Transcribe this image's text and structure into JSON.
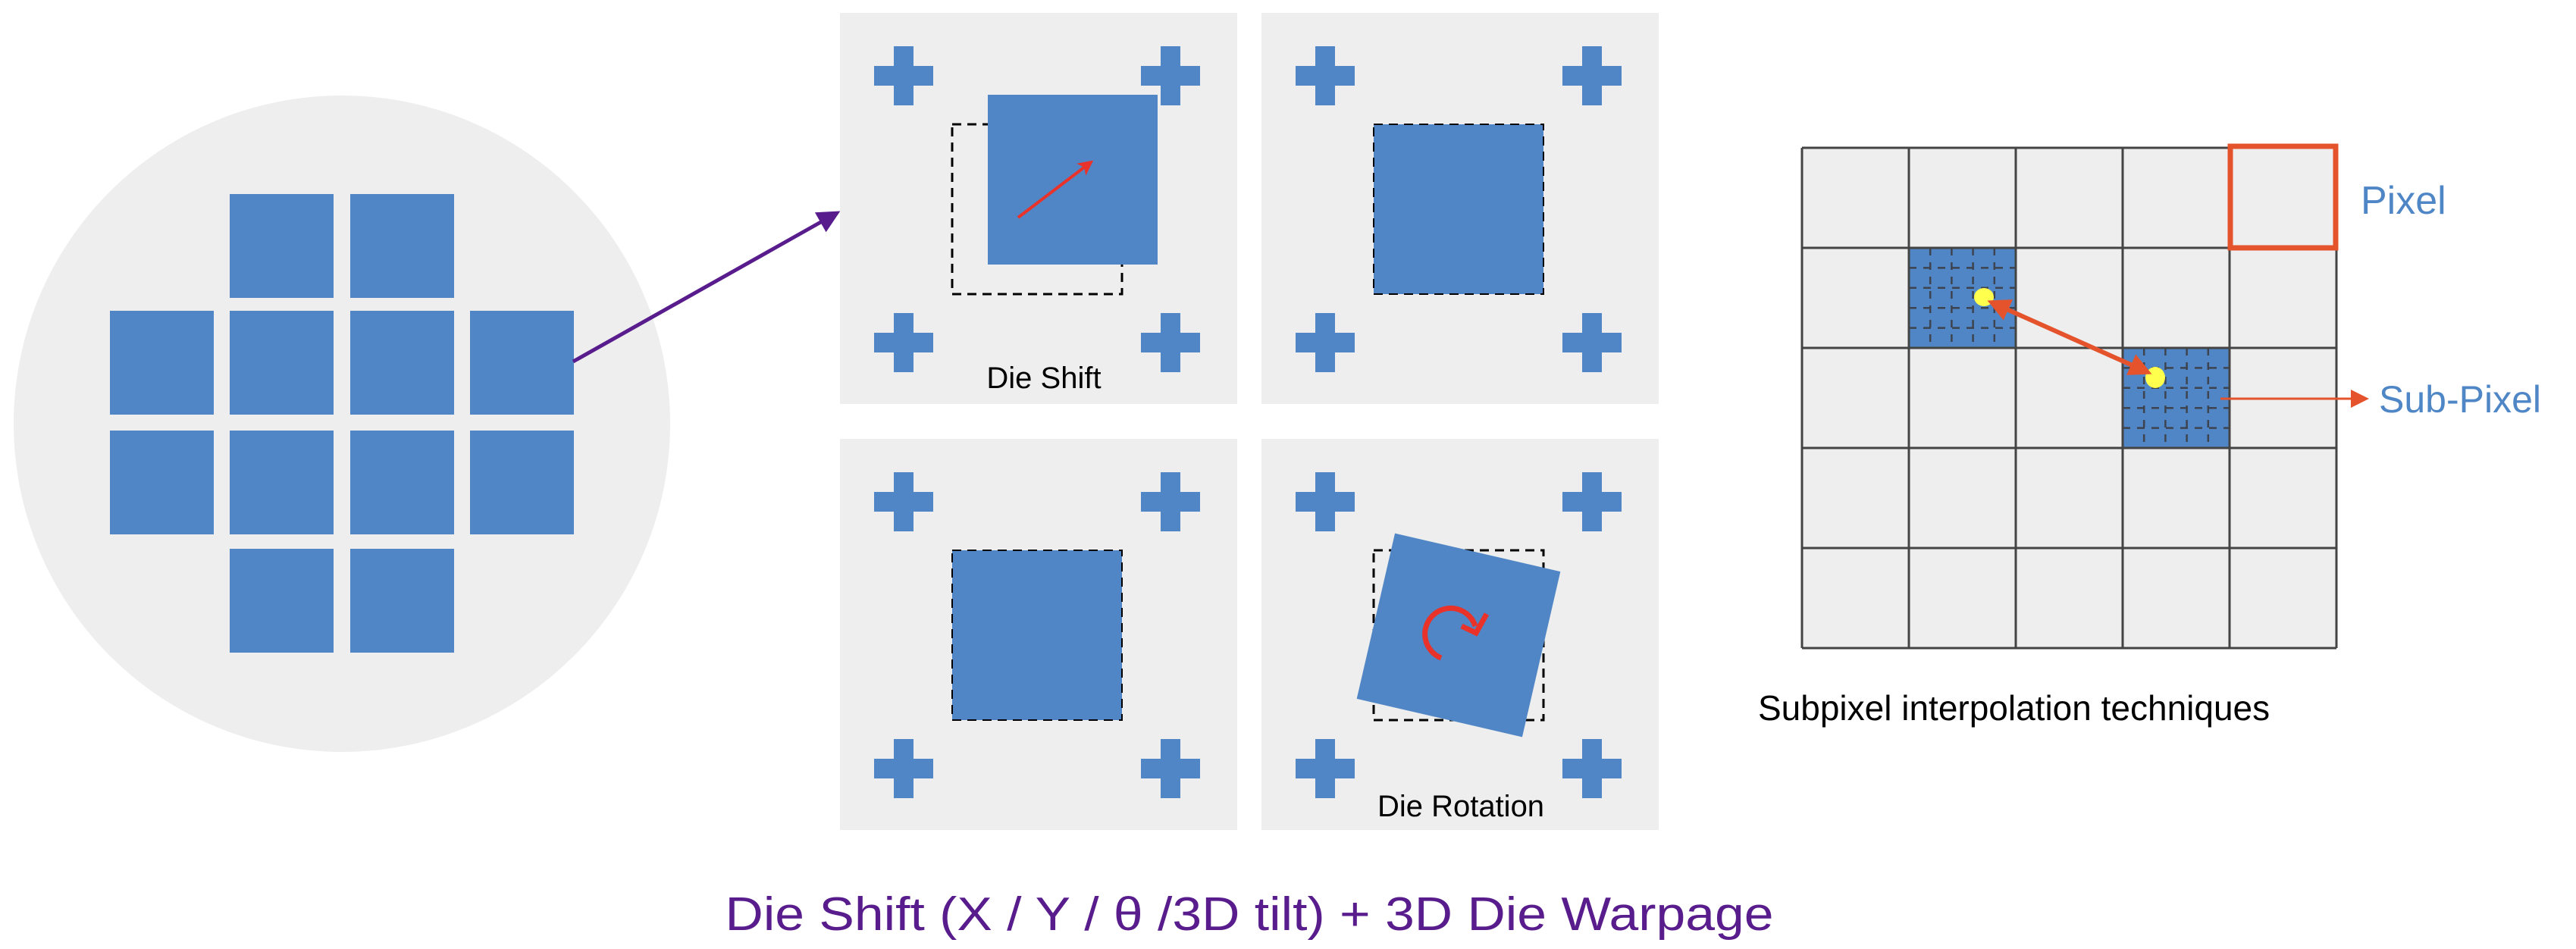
{
  "panels": {
    "die_shift_label": "Die Shift",
    "die_rotation_label": "Die Rotation"
  },
  "grid": {
    "pixel_label": "Pixel",
    "subpixel_label": "Sub-Pixel",
    "caption": "Subpixel interpolation techniques",
    "rows": 5,
    "cols": 5,
    "subdivisions": 5
  },
  "title": "Die Shift (X / Y / θ /3D tilt) + 3D Die Warpage",
  "colors": {
    "die_blue": "#5086c5",
    "panel_bg": "#eeeeee",
    "purple": "#581c8c",
    "red_arrow": "#e8322a",
    "orange": "#e5532d",
    "yellow": "#ffff4d",
    "label_blue": "#4f86c6"
  }
}
